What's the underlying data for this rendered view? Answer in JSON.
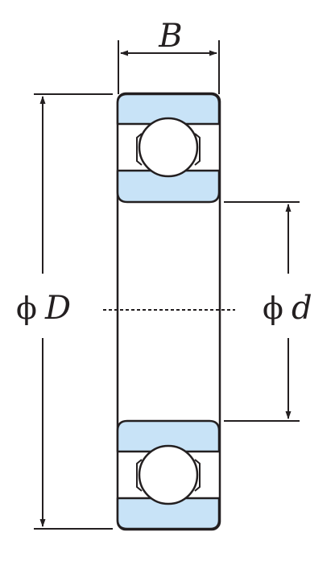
{
  "labels": {
    "width": "B",
    "outer_diameter_symbol": "ϕ",
    "outer_diameter": "D",
    "inner_diameter_symbol": "ϕ",
    "inner_diameter": "d"
  },
  "colors": {
    "ring_fill": "#c8e3f7",
    "outline": "#231f20",
    "ball_fill": "#ffffff",
    "background": "#ffffff"
  }
}
